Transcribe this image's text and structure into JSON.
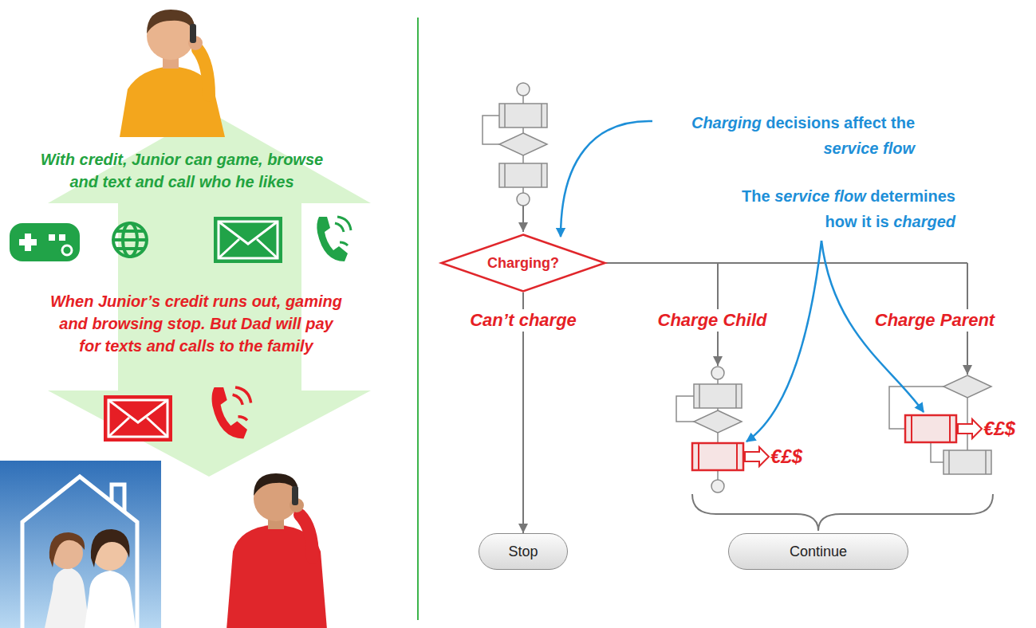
{
  "diagram": {
    "nodes": [
      {
        "text": [
          "Charging?"
        ]
      },
      {
        "text": [
          "Stop"
        ]
      },
      {
        "text": [
          "Continue"
        ]
      }
    ],
    "edges": [
      {
        "from": 0,
        "to": 1,
        "arrow": "to",
        "label": "Can’t charge"
      }
    ],
    "labels": [
      "With credit, Junior can game, browse and text and call who he likes",
      "When Junior’s credit runs out, gaming and browsing stop. But Dad will pay for texts and calls to the family",
      "Charging decisions affect the service flow",
      "The service flow determines how it is charged",
      "Charge Child",
      "Charge Parent",
      "€£$",
      "€£$"
    ]
  }
}
